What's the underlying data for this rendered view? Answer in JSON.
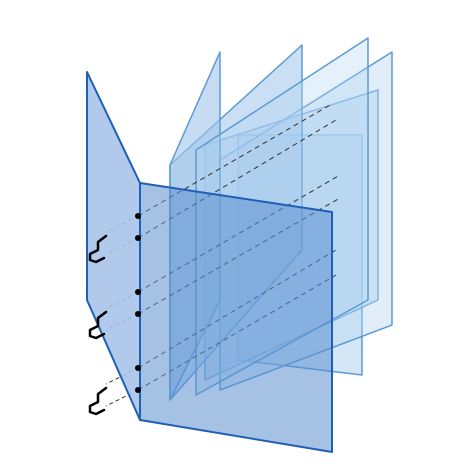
{
  "diagram": {
    "background": "#ffffff",
    "colors": {
      "back_panel_fill": "#b3d4f0",
      "back_panel_stroke": "#5b9bd5",
      "wing_fill": "#9ec5ea",
      "front_panel_fill": "#5b8fd0",
      "front_panel_stroke": "#1f5fb4",
      "left_wing_fill": "#a9c3e8",
      "dash_line": "#333333",
      "hinge_dot": "#000000",
      "hook": "#000000"
    },
    "panel_count": 6,
    "hinge_count": 3,
    "dots_per_hinge": 2
  }
}
